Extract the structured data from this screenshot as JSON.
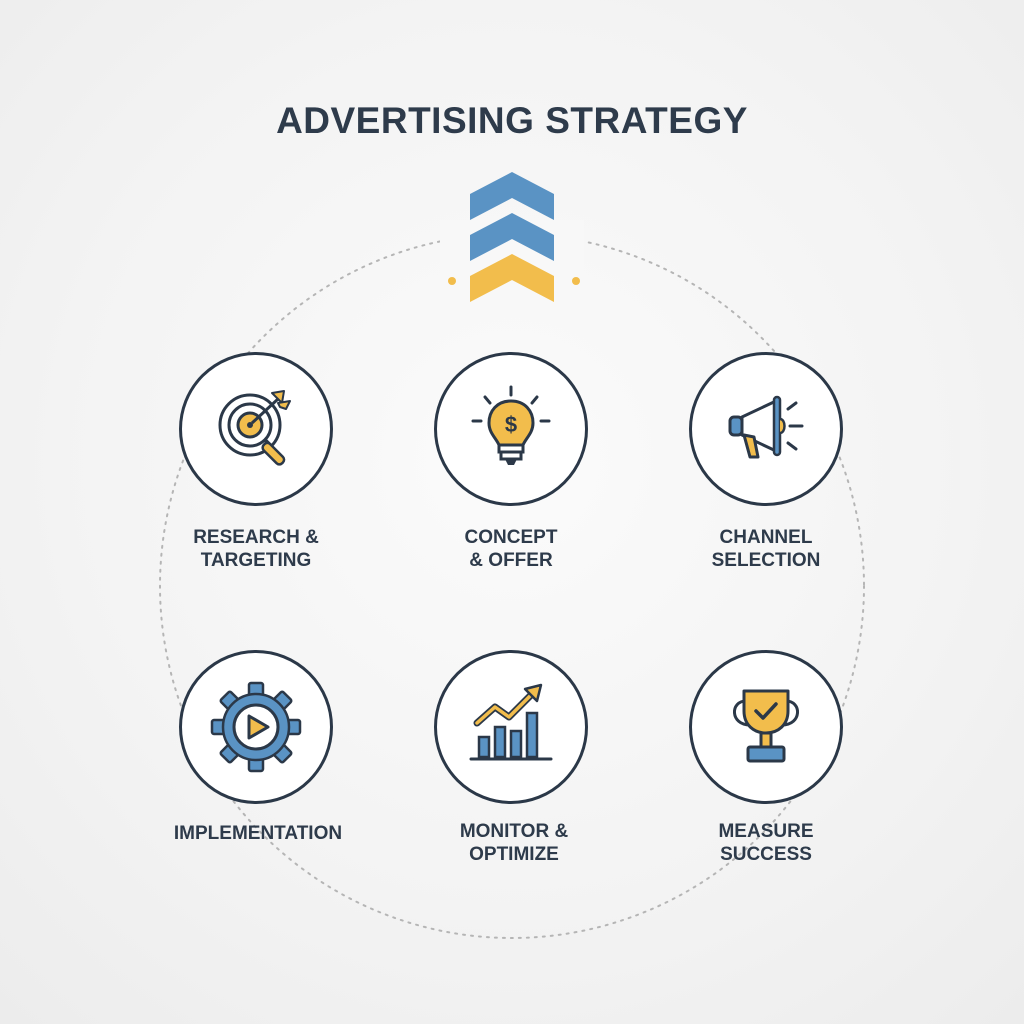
{
  "title": "ADVERTISING STRATEGY",
  "colors": {
    "blue": "#5a93c4",
    "yellow": "#f2bd4c",
    "dark": "#2b3848",
    "dotted": "#b5b5b5"
  },
  "steps": [
    {
      "line1": "RESEARCH &",
      "line2": "TARGETING",
      "icon": "target-magnifier-icon"
    },
    {
      "line1": "CONCEPT",
      "line2": "& OFFER",
      "icon": "lightbulb-dollar-icon"
    },
    {
      "line1": "CHANNEL",
      "line2": "SELECTION",
      "icon": "megaphone-icon"
    },
    {
      "line1": "IMPLEMENTATION",
      "line2": "",
      "icon": "gear-play-icon"
    },
    {
      "line1": "MONITOR &",
      "line2": "OPTIMIZE",
      "icon": "growth-chart-icon"
    },
    {
      "line1": "MEASURE",
      "line2": "SUCCESS",
      "icon": "trophy-icon"
    }
  ]
}
